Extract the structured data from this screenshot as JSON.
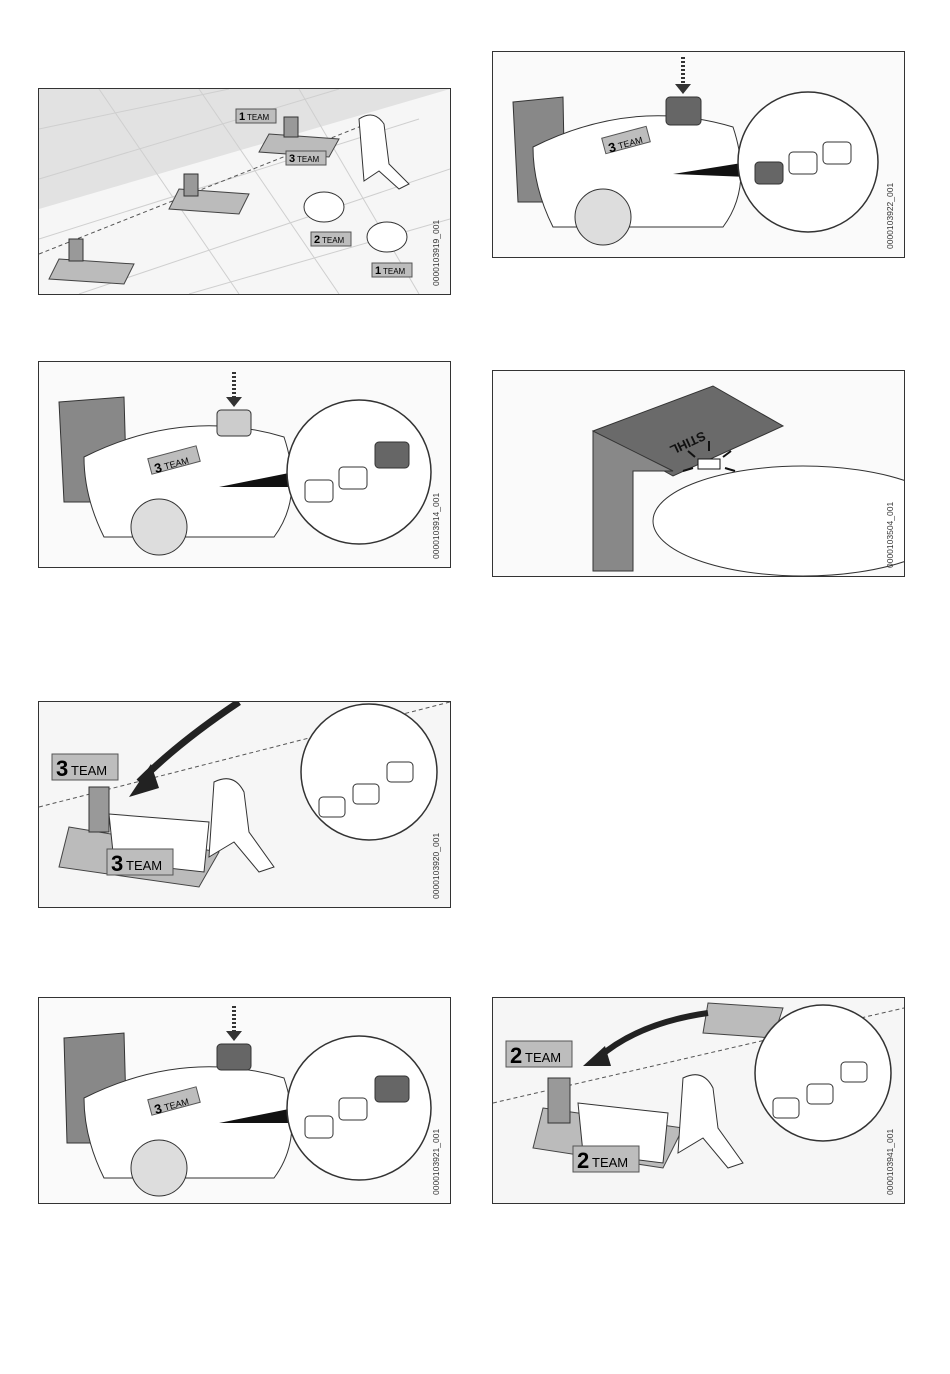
{
  "panels": [
    {
      "id": "p1",
      "code": "0000103919_001",
      "labels": {
        "a": "TEAM",
        "a_num": "1",
        "b": "TEAM",
        "b_num": "3",
        "c": "TEAM",
        "c_num": "2",
        "d": "TEAM",
        "d_num": "1"
      }
    },
    {
      "id": "p2",
      "code": "0000103922_001",
      "labels": {
        "a": "TEAM",
        "a_num": "3"
      }
    },
    {
      "id": "p3",
      "code": "0000103914_001",
      "labels": {
        "a": "TEAM",
        "a_num": "3"
      }
    },
    {
      "id": "p4",
      "code": "0000103504_001",
      "labels": {
        "brand": "STIHL"
      }
    },
    {
      "id": "p5",
      "code": "0000103920_001",
      "labels": {
        "a": "TEAM",
        "a_num": "3",
        "b": "TEAM",
        "b_num": "3"
      }
    },
    {
      "id": "p6",
      "code": "0000103921_001",
      "labels": {
        "a": "TEAM",
        "a_num": "3"
      }
    },
    {
      "id": "p7",
      "code": "0000103941_001",
      "labels": {
        "a": "TEAM",
        "a_num": "2",
        "b": "TEAM",
        "b_num": "2"
      }
    }
  ],
  "icons": [
    "home-icon",
    "play-icon",
    "unlock-icon",
    "arrow-down-icon",
    "curved-arrow-icon"
  ]
}
